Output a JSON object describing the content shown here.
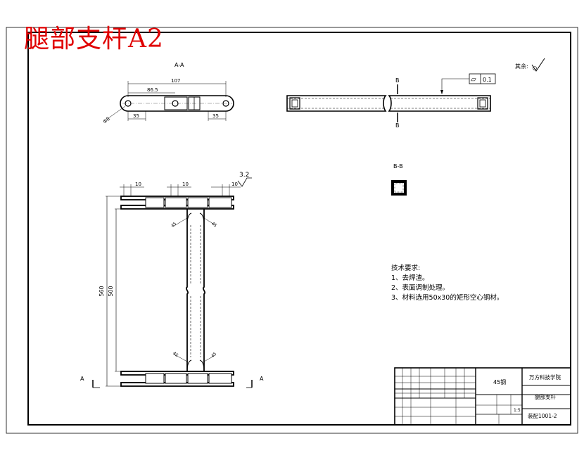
{
  "title_overlay": "腿部支杆A2",
  "section_labels": {
    "aa": "A-A",
    "bb": "B-B",
    "b_top": "B",
    "b_bottom": "B",
    "a_left": "A",
    "a_right": "A"
  },
  "roughness": {
    "rest": "其余:",
    "value": "3.2"
  },
  "tolerance": {
    "symbol": "▱",
    "value": "0.1"
  },
  "dimensions": {
    "top_width": "107",
    "top_inner": "86.5",
    "left_35": "35",
    "right_35": "35",
    "hole": "Φ8",
    "d10_left": "10",
    "d10_mid": "10",
    "d10_right": "10",
    "len_outer": "560",
    "len_inner": "500"
  },
  "tech_requirements": {
    "heading": "技术要求:",
    "items": [
      "1、去焊渣。",
      "2、表面调制处理。",
      "3、材料选用50x30的矩形空心钢材。"
    ]
  },
  "title_block": {
    "material": "45钢",
    "school": "万方科技学院",
    "part_name": "腿部支杆",
    "drawing_no": "装配1001-2",
    "scale": "1:5"
  }
}
